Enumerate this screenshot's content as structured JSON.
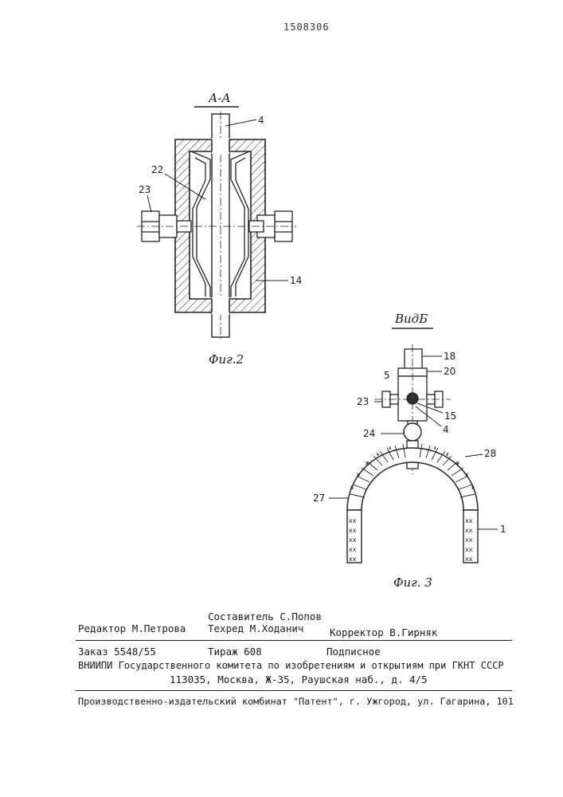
{
  "page_number": "1508306",
  "fig2": {
    "section_label": "А-А",
    "caption": "Фиг.2",
    "labels": {
      "p4": "4",
      "p22": "22",
      "p23": "23",
      "p14": "14"
    }
  },
  "fig3": {
    "view_label": "ВидБ",
    "caption": "Фиг. 3",
    "labels": {
      "p18": "18",
      "p20": "20",
      "p5": "5",
      "p23": "23",
      "p15": "15",
      "p4": "4",
      "p24": "24",
      "p28": "28",
      "p27": "27",
      "p1": "1"
    }
  },
  "imprint": {
    "compiler": "Составитель С.Попов",
    "editor": "Редактор М.Петрова",
    "techred": "Техред М.Ходанич",
    "corrector": "Корректор В.Гирняк",
    "order": "Заказ 5548/55",
    "circulation": "Тираж 608",
    "subscription": "Подписное",
    "vniipi": "ВНИИПИ Государственного комитета по изобретениям и открытиям при ГКНТ СССР",
    "address": "113035, Москва, Ж-35, Раушская наб., д. 4/5",
    "publisher": "Производственно-издательский комбинат \"Патент\", г. Ужгород, ул. Гагарина, 101"
  }
}
